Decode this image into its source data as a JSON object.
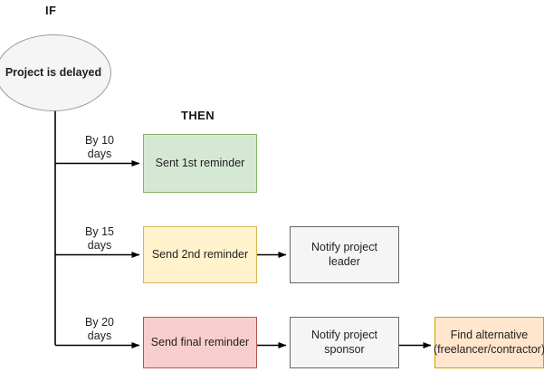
{
  "diagram": {
    "title_if": "IF",
    "title_then": "THEN",
    "condition": {
      "label": "Project is delayed",
      "shape": "ellipse",
      "fill": "#f5f5f5",
      "stroke": "#999999"
    },
    "branches": [
      {
        "edge_label": "By 10\ndays",
        "steps": [
          {
            "label": "Sent 1st reminder",
            "fill": "#d5e8d4",
            "stroke": "#82b366"
          }
        ]
      },
      {
        "edge_label": "By 15\ndays",
        "steps": [
          {
            "label": "Send 2nd reminder",
            "fill": "#fff2cc",
            "stroke": "#d6b656"
          },
          {
            "label": "Notify project leader",
            "fill": "#f5f5f5",
            "stroke": "#666666"
          }
        ]
      },
      {
        "edge_label": "By 20\ndays",
        "steps": [
          {
            "label": "Send final reminder",
            "fill": "#f8cecc",
            "stroke": "#b85450"
          },
          {
            "label": "Notify project\nsponsor",
            "fill": "#f5f5f5",
            "stroke": "#666666"
          },
          {
            "label": "Find alternative\n(freelancer/contractor)",
            "fill": "#ffe6cc",
            "stroke": "#d79b00"
          }
        ]
      }
    ],
    "connector_color": "#000000",
    "background": "#ffffff"
  }
}
